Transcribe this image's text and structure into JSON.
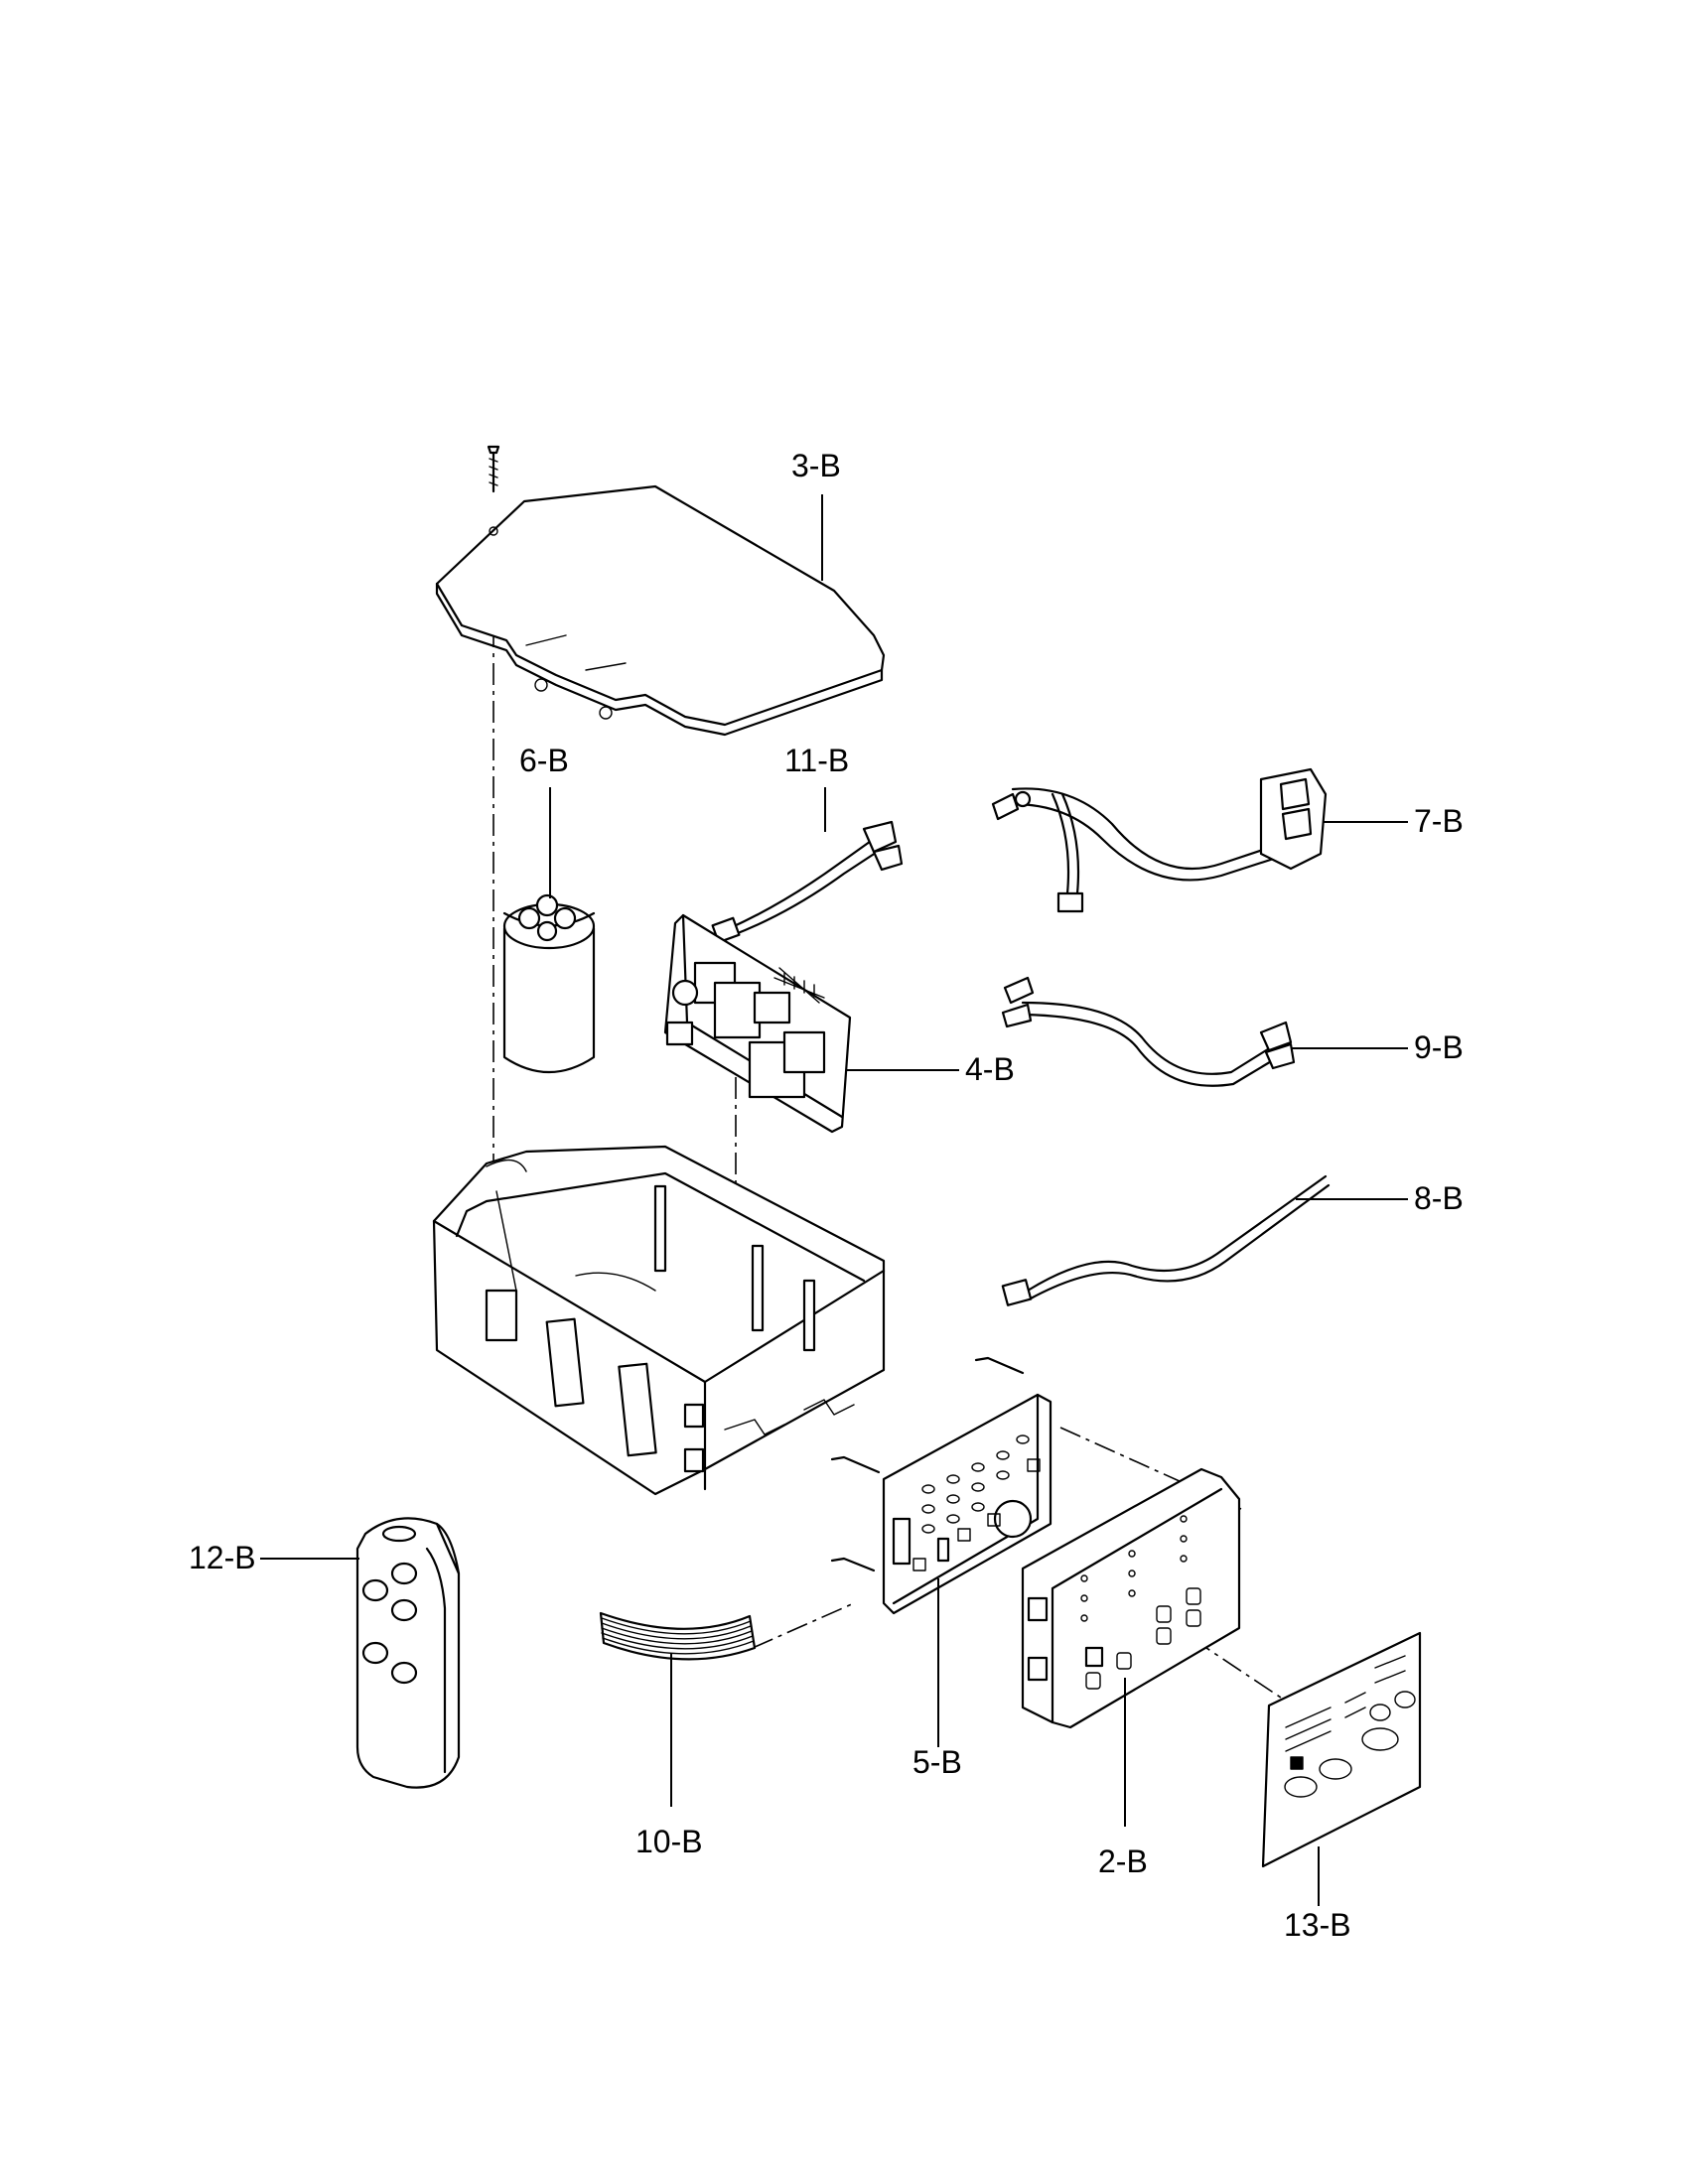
{
  "callouts": [
    {
      "id": "3-B"
    },
    {
      "id": "6-B"
    },
    {
      "id": "11-B"
    },
    {
      "id": "7-B"
    },
    {
      "id": "4-B"
    },
    {
      "id": "9-B"
    },
    {
      "id": "8-B"
    },
    {
      "id": "12-B"
    },
    {
      "id": "10-B"
    },
    {
      "id": "5-B"
    },
    {
      "id": "2-B"
    },
    {
      "id": "13-B"
    }
  ]
}
